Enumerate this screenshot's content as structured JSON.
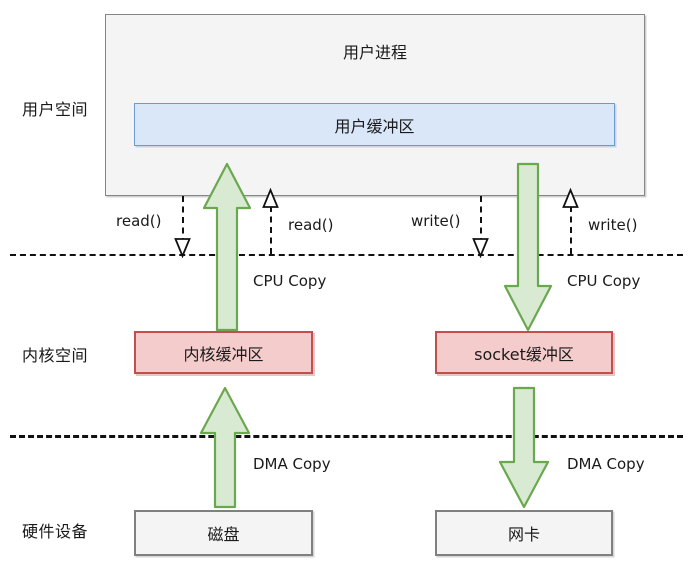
{
  "diagram": {
    "title_alt": "Traditional IO data copy path (read/write)",
    "colors": {
      "user_process_fill": "#f4f4f4",
      "user_process_border": "#868686",
      "user_buffer_fill": "#d9e7f8",
      "user_buffer_border": "#6a9bd1",
      "kernel_buffer_fill": "#f5cccc",
      "kernel_buffer_border": "#c0504d",
      "hardware_fill": "#f4f4f4",
      "hardware_border": "#808080",
      "arrow_fill": "#d9ead3",
      "arrow_border": "#6aa84f",
      "line": "#111111"
    }
  },
  "row_labels": [
    {
      "id": "user-space",
      "text": "用户空间"
    },
    {
      "id": "kernel-space",
      "text": "内核空间"
    },
    {
      "id": "hardware",
      "text": "硬件设备"
    }
  ],
  "boxes": {
    "user_process": {
      "label": "用户进程"
    },
    "user_buffer": {
      "label": "用户缓冲区"
    },
    "kernel_buffer": {
      "label": "内核缓冲区"
    },
    "socket_buffer": {
      "label": "socket缓冲区"
    },
    "disk": {
      "label": "磁盘"
    },
    "nic": {
      "label": "网卡"
    }
  },
  "syscalls": [
    {
      "id": "read-down",
      "label": "read()",
      "direction": "down"
    },
    {
      "id": "read-up",
      "label": "read()",
      "direction": "up"
    },
    {
      "id": "write-down",
      "label": "write()",
      "direction": "down"
    },
    {
      "id": "write-up",
      "label": "write()",
      "direction": "up"
    }
  ],
  "copies": [
    {
      "id": "cpu-copy-read",
      "label": "CPU Copy",
      "direction": "up"
    },
    {
      "id": "cpu-copy-write",
      "label": "CPU Copy",
      "direction": "down"
    },
    {
      "id": "dma-copy-read",
      "label": "DMA Copy",
      "direction": "up"
    },
    {
      "id": "dma-copy-write",
      "label": "DMA Copy",
      "direction": "down"
    }
  ]
}
